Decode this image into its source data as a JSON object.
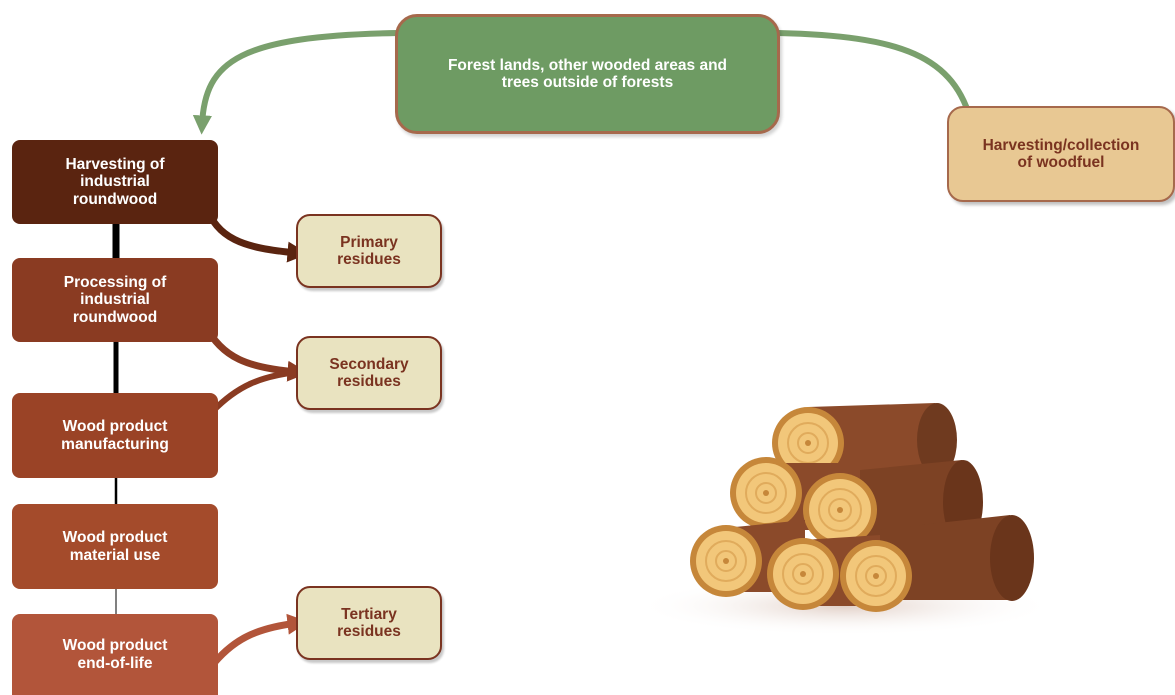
{
  "top_source": "Forest lands, other wooded areas and\ntrees outside of forests",
  "woodfuel_box": "Harvesting/collection\nof woodfuel",
  "stages": [
    {
      "label": "Harvesting of\nindustrial\nroundwood",
      "color": "#5a2410"
    },
    {
      "label": "Processing of\nindustrial\nroundwood",
      "color": "#8a3b22"
    },
    {
      "label": "Wood product\nmanufacturing",
      "color": "#9a4326"
    },
    {
      "label": "Wood product\nmaterial use",
      "color": "#a44b2b"
    },
    {
      "label": "Wood product\nend-of-life",
      "color": "#b2553a"
    }
  ],
  "residues": [
    "Primary\nresidues",
    "Secondary\nresidues",
    "Tertiary\nresidues"
  ],
  "colors": {
    "green_arrow": "#7aa06d",
    "residue_arrow_primary": "#5a2410",
    "residue_arrow_secondary": "#8a3b22",
    "residue_arrow_tertiary": "#b2553a",
    "residue_fill": "#e9e3c0",
    "woodfuel_fill": "#e8c893",
    "source_fill": "#6e9b63"
  },
  "illustration": "log-pile"
}
